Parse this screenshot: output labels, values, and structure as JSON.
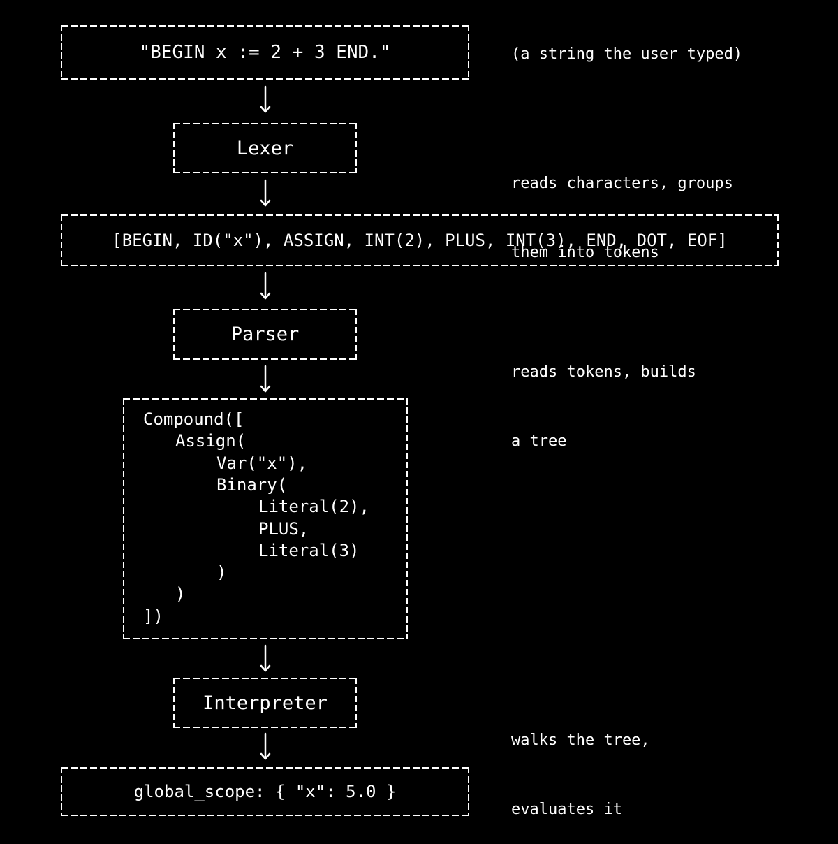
{
  "input_box": {
    "text": "\"BEGIN x := 2 + 3 END.\""
  },
  "input_note": {
    "text": "(a string the user typed)"
  },
  "lexer_box": {
    "text": "Lexer"
  },
  "lexer_note": {
    "lines": [
      "reads characters, groups",
      "them into tokens"
    ]
  },
  "tokens_box": {
    "text": "[BEGIN, ID(\"x\"), ASSIGN, INT(2), PLUS, INT(3), END, DOT, EOF]"
  },
  "parser_box": {
    "text": "Parser"
  },
  "parser_note": {
    "lines": [
      "reads tokens, builds",
      "a tree"
    ]
  },
  "ast_box": {
    "lines": [
      "Compound([",
      "Assign(",
      "Var(\"x\"),",
      "Binary(",
      "Literal(2),",
      "PLUS,",
      "Literal(3)",
      ")",
      ")",
      "])"
    ]
  },
  "interpreter_box": {
    "text": "Interpreter"
  },
  "interpreter_note": {
    "lines": [
      "walks the tree,",
      "evaluates it"
    ]
  },
  "result_box": {
    "text": "global_scope: { \"x\": 5.0 }"
  },
  "colors": {
    "background": "#000000",
    "foreground": "#ffffff"
  }
}
